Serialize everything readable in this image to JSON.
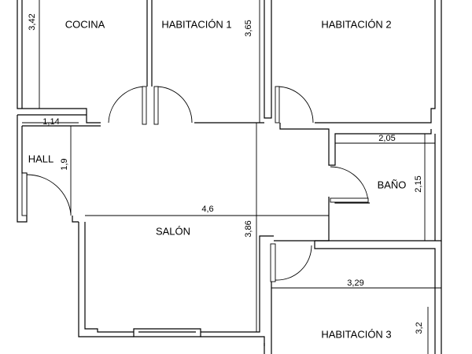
{
  "rooms": {
    "cocina": "COCINA",
    "habitacion_1": "HABITACIÓN 1",
    "habitacion_2": "HABITACIÓN 2",
    "hall": "HALL",
    "bano": "BAÑO",
    "salon": "SALÓN",
    "habitacion_3": "HABITACIÓN 3"
  },
  "dimensions": {
    "cocina_height": "3,42",
    "habitacion_1_height": "3,65",
    "hall_top_width": "1,14",
    "hall_height": "1,9",
    "bano_width": "2,05",
    "bano_height": "2,15",
    "salon_width": "4,6",
    "salon_height": "3,86",
    "habitacion_3_width": "3,29",
    "habitacion_3_height": "3,2"
  }
}
